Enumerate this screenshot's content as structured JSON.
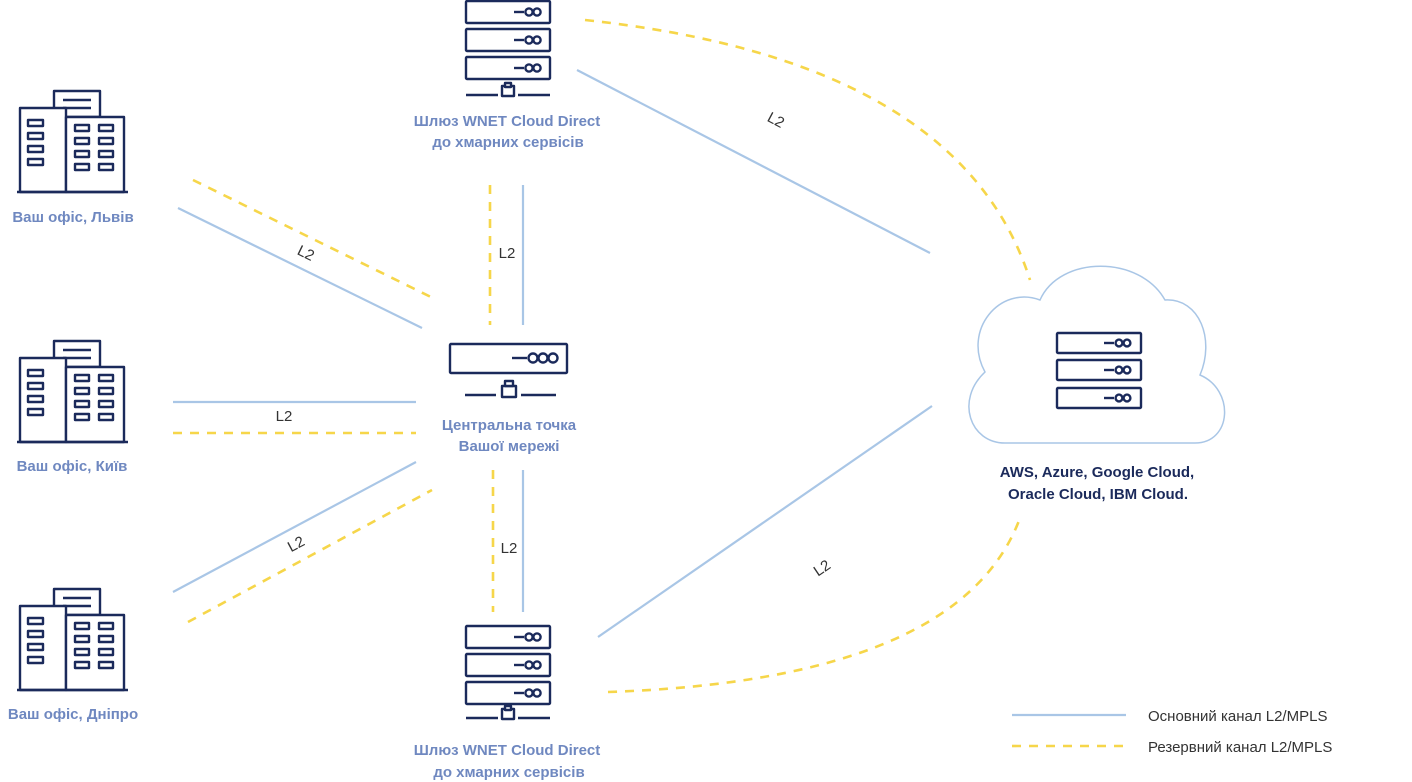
{
  "nodes": {
    "office_lviv": "Ваш офіс, Львів",
    "office_kyiv": "Ваш офіс, Київ",
    "office_dnipro": "Ваш офіс, Дніпро",
    "central": [
      "Центральна точка",
      "Вашої мережі"
    ],
    "gateway_top": [
      "Шлюз WNET Cloud Direct",
      "до хмарних сервісів"
    ],
    "gateway_bottom": [
      "Шлюз WNET Cloud Direct",
      "до хмарних сервісів"
    ],
    "cloud": [
      "AWS, Azure, Google Cloud,",
      "Oracle Cloud, IBM Cloud."
    ]
  },
  "edge_labels": {
    "lviv": "L2",
    "kyiv": "L2",
    "dnipro": "L2",
    "gateway_top": "L2",
    "gateway_bottom": "L2",
    "cloud_top": "L2",
    "cloud_bottom": "L2"
  },
  "legend": {
    "primary": "Основний канал L2/MPLS",
    "backup": "Резервний канал L2/MPLS"
  },
  "colors": {
    "primary_line": "#a9c6e6",
    "backup_line": "#f6d64a",
    "icon": "#1b2a5b",
    "node_label": "#6f88c0"
  }
}
